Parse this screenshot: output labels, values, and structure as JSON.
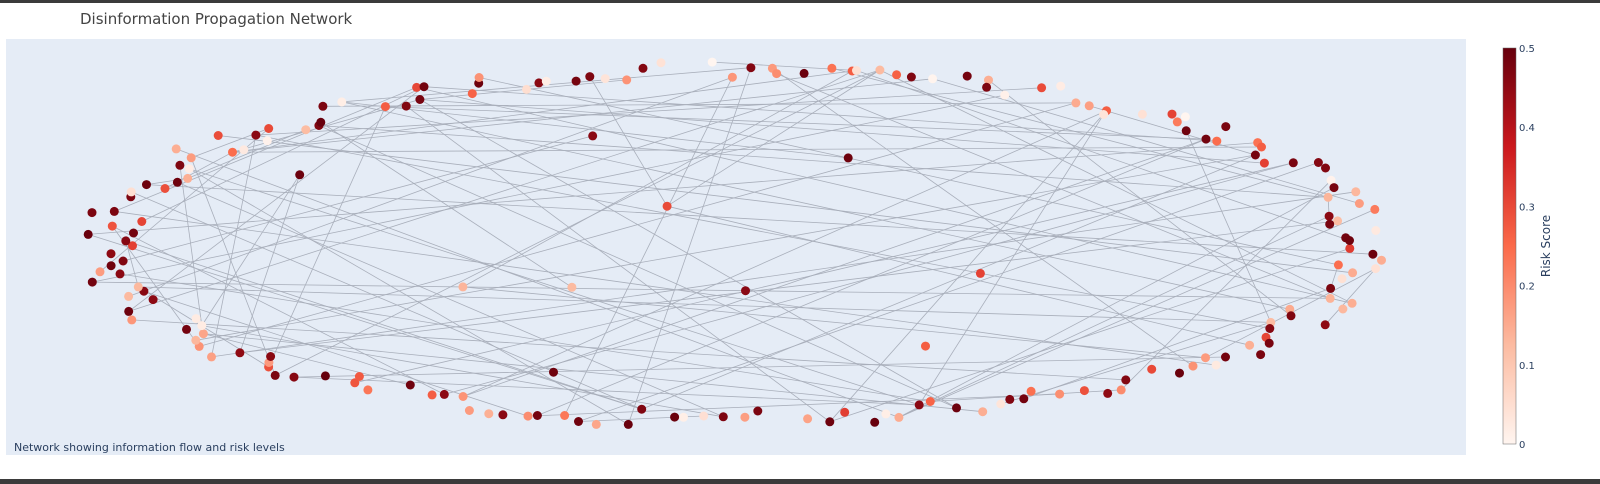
{
  "chart_data": {
    "type": "scatter",
    "subtype": "network-graph",
    "title": "Disinformation Propagation Network",
    "annotation": "Network showing information flow and risk levels",
    "colorbar": {
      "title": "Risk Score",
      "range": [
        0,
        0.5
      ],
      "ticks": [
        "0",
        "0.1",
        "0.2",
        "0.3",
        "0.4",
        "0.5"
      ],
      "colorscale": [
        "#fff5f0",
        "#fcbba1",
        "#fb6a4a",
        "#cb181d",
        "#67000d"
      ]
    },
    "grid": false,
    "plot_background": "#e5ecf6",
    "edge_color": "#a9afbb",
    "node_count": 200,
    "edge_count": 110
  }
}
